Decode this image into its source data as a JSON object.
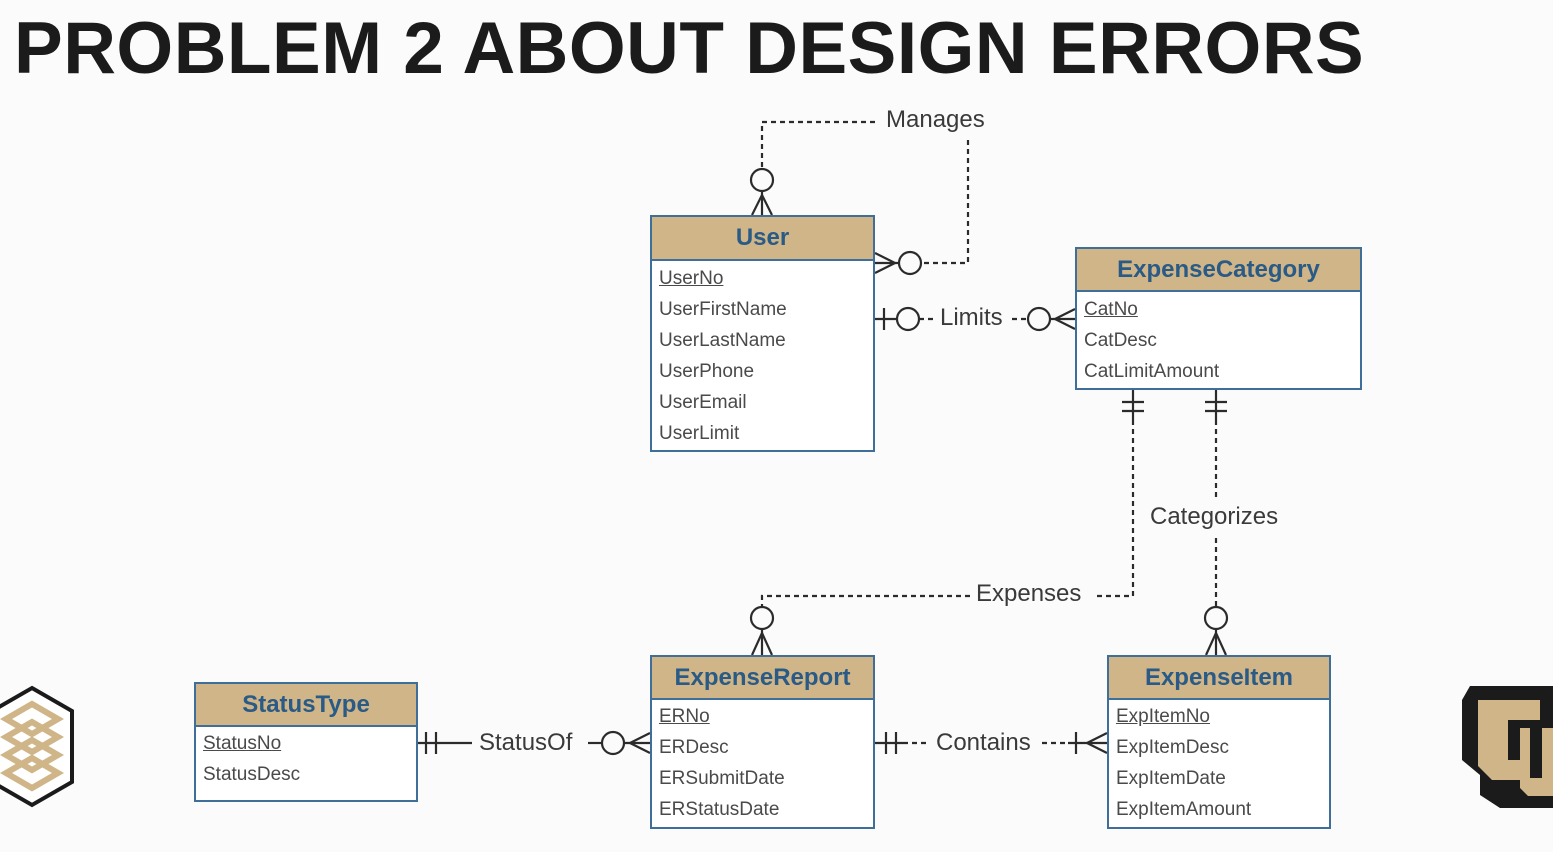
{
  "slide": {
    "title": "PROBLEM 2 ABOUT DESIGN ERRORS"
  },
  "entities": {
    "user": {
      "name": "User",
      "attributes": [
        "UserNo",
        "UserFirstName",
        "UserLastName",
        "UserPhone",
        "UserEmail",
        "UserLimit"
      ]
    },
    "expense_category": {
      "name": "ExpenseCategory",
      "attributes": [
        "CatNo",
        "CatDesc",
        "CatLimitAmount"
      ]
    },
    "status_type": {
      "name": "StatusType",
      "attributes": [
        "StatusNo",
        "StatusDesc"
      ]
    },
    "expense_report": {
      "name": "ExpenseReport",
      "attributes": [
        "ERNo",
        "ERDesc",
        "ERSubmitDate",
        "ERStatusDate"
      ]
    },
    "expense_item": {
      "name": "ExpenseItem",
      "attributes": [
        "ExpItemNo",
        "ExpItemDesc",
        "ExpItemDate",
        "ExpItemAmount"
      ]
    }
  },
  "relationships": {
    "manages": "Manages",
    "limits": "Limits",
    "categorizes": "Categorizes",
    "expenses": "Expenses",
    "status_of": "StatusOf",
    "contains": "Contains"
  },
  "colors": {
    "entity_header_fill": "#cfb587",
    "entity_header_text": "#2a5a86",
    "entity_border": "#3f6f99",
    "logo_gold": "#cfb587",
    "logo_dark": "#1b1b1b"
  },
  "logos": {
    "left": "hexagon-logo-icon",
    "right": "cu-logo-icon"
  }
}
